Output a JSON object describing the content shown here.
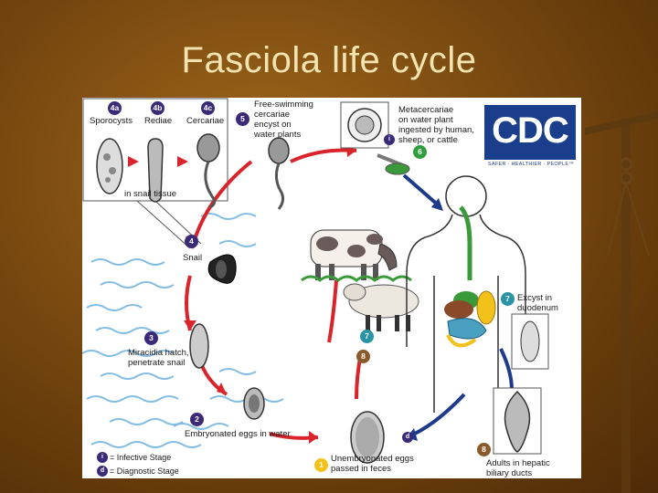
{
  "slide": {
    "title": "Fasciola life cycle"
  },
  "logo": {
    "text": "CDC",
    "tagline": "SAFER · HEALTHIER · PEOPLE™"
  },
  "stages": {
    "s4a": {
      "badge": "4a",
      "label": "Sporocysts"
    },
    "s4b": {
      "badge": "4b",
      "label": "Rediae"
    },
    "s4c": {
      "badge": "4c",
      "label": "Cercariae"
    },
    "snail_tissue": "in snail tissue",
    "s5": {
      "badge": "5",
      "line1": "Free-swimming",
      "line2": "cercariae",
      "line3": "encyst on",
      "line4": "water plants"
    },
    "s6": {
      "badge": "6",
      "line1": "Metacercariae",
      "line2": "on water plant",
      "line3": "ingested by human,",
      "line4": "sheep, or cattle"
    },
    "s7_excyst": {
      "badge": "7",
      "line1": "Excyst in",
      "line2": "duodenum"
    },
    "s4": {
      "badge": "4",
      "label": "Snail"
    },
    "s3": {
      "badge": "3",
      "line1": "Miracidia hatch,",
      "line2": "penetrate snail"
    },
    "s2": {
      "badge": "2",
      "label": "Embryonated eggs in water"
    },
    "s1": {
      "badge": "1",
      "line1": "Unembryonated eggs",
      "line2": "passed in feces"
    },
    "s8": {
      "badge": "8",
      "line1": "Adults in hepatic",
      "line2": "biliary ducts"
    },
    "s7_sheep": {
      "badge": "7"
    },
    "s8_sheep": {
      "badge": "8"
    }
  },
  "legend": {
    "infective_badge": "i",
    "infective_label": "= Infective Stage",
    "diagnostic_badge": "d",
    "diagnostic_label": "= Diagnostic Stage",
    "d_marker": "d",
    "i_marker": "i"
  },
  "colors": {
    "cycle_red": "#d8242a",
    "human_blue": "#1e3a8a",
    "water_blue": "#6fb2e0"
  }
}
